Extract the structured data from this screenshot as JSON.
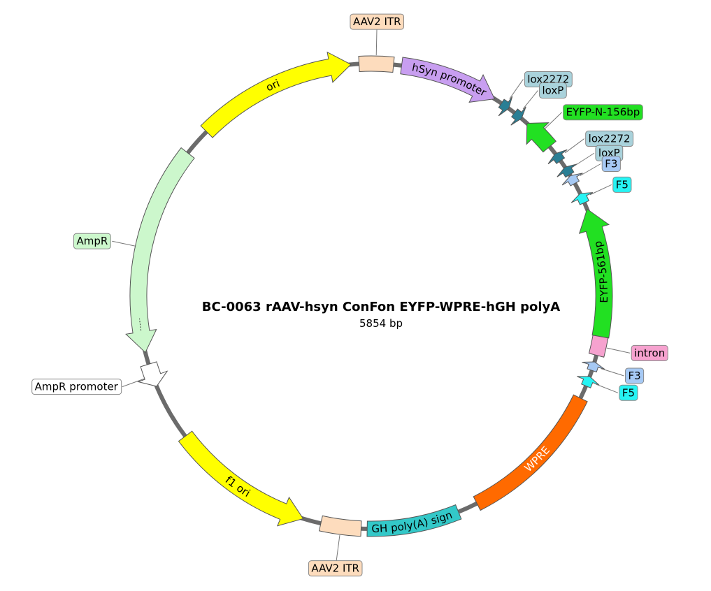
{
  "plasmid": {
    "name": "BC-0063   rAAV-hsyn ConFon EYFP-WPRE-hGH polyA",
    "size": "5854 bp"
  },
  "features": [
    {
      "id": "aav2-itr-top",
      "label": "AAV2 ITR",
      "type": "box",
      "start_deg": 357,
      "end_deg": 5.5,
      "fill": "#fddcbd",
      "label_mode": "callout",
      "label_fill": "#fddcbd"
    },
    {
      "id": "hsyn-promoter",
      "label": "hSyn promoter",
      "type": "arrow",
      "dir": "cw",
      "start_deg": 7.5,
      "end_deg": 32,
      "fill": "#c89ef0",
      "label_mode": "inner",
      "label_color": "#000000"
    },
    {
      "id": "lox2272-1",
      "label": "lox2272",
      "type": "tiny-arrow",
      "dir": "cw",
      "start_deg": 34,
      "end_deg": 36.2,
      "fill": "#2a7f95",
      "label_mode": "callout",
      "label_fill": "#a9d2db"
    },
    {
      "id": "loxp-1",
      "label": "loxP",
      "type": "tiny-arrow",
      "dir": "cw",
      "start_deg": 38,
      "end_deg": 40.2,
      "fill": "#2a7f95",
      "label_mode": "callout",
      "label_fill": "#a9d2db"
    },
    {
      "id": "eyfp-n-156bp",
      "label": "EYFP-N-156bp",
      "type": "arrow",
      "dir": "ccw",
      "start_deg": 42,
      "end_deg": 50,
      "fill": "#22e022",
      "label_mode": "callout",
      "label_fill": "#22e022"
    },
    {
      "id": "lox2272-2",
      "label": "lox2272",
      "type": "tiny-arrow",
      "dir": "ccw",
      "start_deg": 52.2,
      "end_deg": 54.4,
      "fill": "#2a7f95",
      "label_mode": "callout",
      "label_fill": "#a9d2db"
    },
    {
      "id": "loxp-2",
      "label": "loxP",
      "type": "tiny-arrow",
      "dir": "ccw",
      "start_deg": 56.3,
      "end_deg": 58.5,
      "fill": "#2a7f95",
      "label_mode": "callout",
      "label_fill": "#a9d2db"
    },
    {
      "id": "f3-1",
      "label": "F3",
      "type": "tiny-arrow",
      "dir": "ccw",
      "start_deg": 58.8,
      "end_deg": 61,
      "fill": "#a6c9f4",
      "label_mode": "callout",
      "label_fill": "#a6c9f4"
    },
    {
      "id": "f5-1",
      "label": "F5",
      "type": "tiny-arrow",
      "dir": "ccw",
      "start_deg": 63.8,
      "end_deg": 66.3,
      "fill": "#26f4f4",
      "label_mode": "callout",
      "label_fill": "#26f4f4"
    },
    {
      "id": "eyfp-561bp",
      "label": "EYFP-561bp",
      "type": "arrow",
      "dir": "ccw",
      "start_deg": 68,
      "end_deg": 100,
      "fill": "#22e022",
      "label_mode": "inner",
      "label_color": "#000000"
    },
    {
      "id": "intron",
      "label": "intron",
      "type": "box",
      "start_deg": 100,
      "end_deg": 104.7,
      "fill": "#f6a2cf",
      "label_mode": "callout",
      "label_fill": "#f6a2cf"
    },
    {
      "id": "f3-2",
      "label": "F3",
      "type": "tiny-arrow",
      "dir": "ccw",
      "start_deg": 106.4,
      "end_deg": 108.6,
      "fill": "#a6c9f4",
      "label_mode": "callout",
      "label_fill": "#a6c9f4"
    },
    {
      "id": "f5-2",
      "label": "F5",
      "type": "tiny-arrow",
      "dir": "ccw",
      "start_deg": 110.2,
      "end_deg": 112.7,
      "fill": "#26f4f4",
      "label_mode": "callout",
      "label_fill": "#26f4f4"
    },
    {
      "id": "wpre",
      "label": "WPRE",
      "type": "box",
      "start_deg": 116,
      "end_deg": 153,
      "fill": "#ff6a00",
      "label_mode": "inner",
      "label_color": "#ffffff"
    },
    {
      "id": "hgh-polya-signal",
      "label": "hGH poly(A) signal",
      "type": "box",
      "start_deg": 158,
      "end_deg": 181,
      "fill": "#33c8c8",
      "label_mode": "inner",
      "label_color": "#000000"
    },
    {
      "id": "aav2-itr-bottom",
      "label": "AAV2 ITR",
      "type": "box",
      "start_deg": 182.5,
      "end_deg": 192.5,
      "fill": "#fddcbd",
      "label_mode": "callout",
      "label_fill": "#fddcbd"
    },
    {
      "id": "f1-ori",
      "label": "f1 ori",
      "type": "arrow",
      "dir": "ccw",
      "start_deg": 197,
      "end_deg": 233,
      "fill": "#ffff00",
      "label_mode": "inner",
      "label_color": "#000000"
    },
    {
      "id": "ampr-promoter",
      "label": "AmpR promoter",
      "type": "arrow",
      "dir": "ccw",
      "start_deg": 247.2,
      "end_deg": 253,
      "fill": "#ffffff",
      "label_mode": "callout",
      "label_fill": "#ffffff"
    },
    {
      "id": "ampr",
      "label": "AmpR",
      "type": "arrow",
      "dir": "ccw",
      "start_deg": 256,
      "end_deg": 308,
      "fill": "#ccf7cc",
      "label_mode": "callout",
      "label_fill": "#ccf7cc"
    },
    {
      "id": "ori",
      "label": "ori",
      "type": "arrow",
      "dir": "cw",
      "start_deg": 315,
      "end_deg": 355,
      "fill": "#ffff00",
      "label_mode": "inner",
      "label_color": "#000000"
    }
  ],
  "callouts": [
    {
      "feature": "aav2-itr-top",
      "anchor_deg": 1.2,
      "box_side": "center"
    },
    {
      "feature": "lox2272-1",
      "anchor_deg": 35,
      "box_side": "left"
    },
    {
      "feature": "loxp-1",
      "anchor_deg": 39,
      "box_side": "left"
    },
    {
      "feature": "eyfp-n-156bp",
      "anchor_deg": 46,
      "box_side": "left"
    },
    {
      "feature": "lox2272-2",
      "anchor_deg": 53.5,
      "box_side": "left"
    },
    {
      "feature": "loxp-2",
      "anchor_deg": 57.3,
      "box_side": "left"
    },
    {
      "feature": "f3-1",
      "anchor_deg": 60,
      "box_side": "left"
    },
    {
      "feature": "f5-1",
      "anchor_deg": 65.1,
      "box_side": "left"
    },
    {
      "feature": "intron",
      "anchor_deg": 102.4,
      "box_side": "left"
    },
    {
      "feature": "f3-2",
      "anchor_deg": 107.5,
      "box_side": "left"
    },
    {
      "feature": "f5-2",
      "anchor_deg": 111.4,
      "box_side": "left"
    },
    {
      "feature": "aav2-itr-bottom",
      "anchor_deg": 187.5,
      "box_side": "center"
    },
    {
      "feature": "ampr-promoter",
      "anchor_deg": 250,
      "box_side": "right"
    },
    {
      "feature": "ampr",
      "anchor_deg": 282,
      "box_side": "right"
    }
  ],
  "colors": {
    "backbone": "#6b6b6b",
    "outline": "#555555",
    "text": "#000000"
  }
}
